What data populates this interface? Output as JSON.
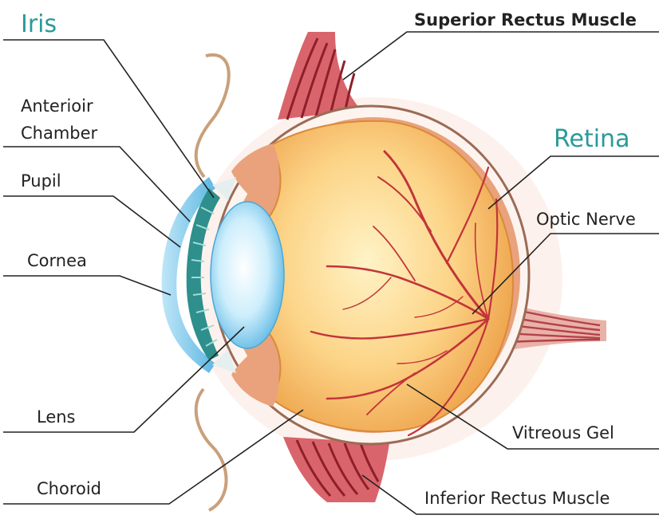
{
  "labels": {
    "iris": "Iris",
    "superior_rectus": "Superior Rectus Muscle",
    "anterior_line1": "Anterioir",
    "anterior_line2": "Chamber",
    "retina": "Retina",
    "pupil": "Pupil",
    "optic_nerve": "Optic  Nerve",
    "cornea": "Cornea",
    "lens": "Lens",
    "vitreous_gel": "Vitreous Gel",
    "choroid": "Choroid",
    "inferior_rectus": "Inferior Rectus Muscle"
  },
  "colors": {
    "accent_label": "#2a9a98",
    "text": "#222222",
    "vitreous_light": "#fde6a8",
    "vitreous_dark": "#f0a94a",
    "choroid": "#e8a07a",
    "sclera": "#fbeee8",
    "muscle": "#b83a44",
    "vessel": "#c2343a",
    "lens_light": "#e8f7ff",
    "lens_dark": "#6fc3ea",
    "iris": "#2e8f8c",
    "cornea": "#8fd2ef"
  }
}
